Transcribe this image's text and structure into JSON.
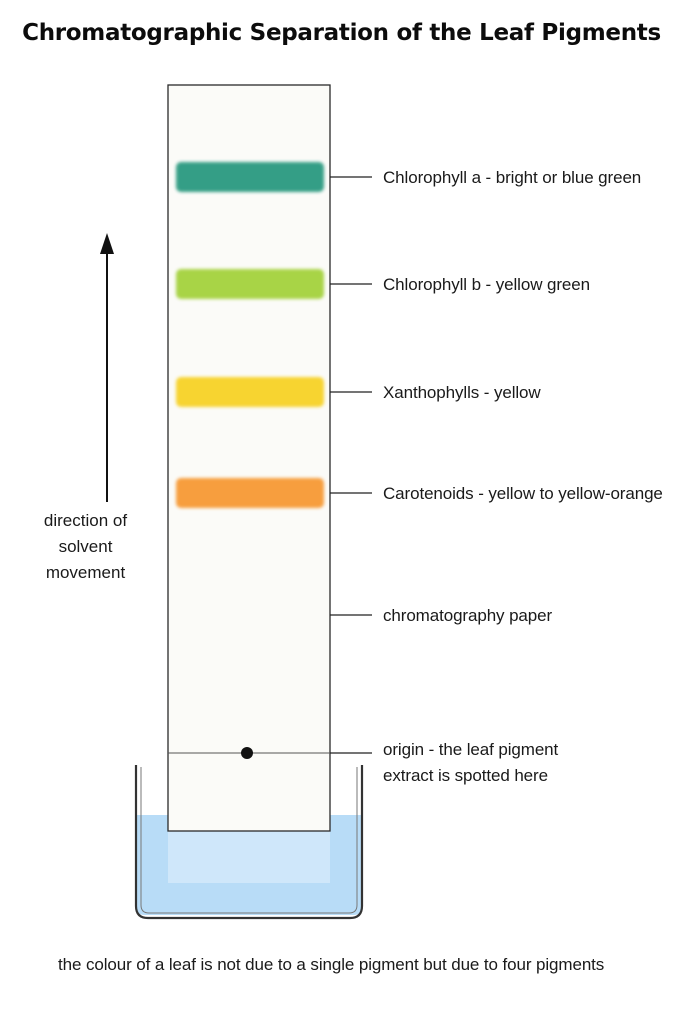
{
  "title": "Chromatographic Separation of the Leaf Pigments",
  "pigments": [
    {
      "label": "Chlorophyll a - bright or blue green",
      "color": "#2a9a80"
    },
    {
      "label": "Chlorophyll b - yellow green",
      "color": "#a4d23c"
    },
    {
      "label": "Xanthophylls - yellow",
      "color": "#f7d226"
    },
    {
      "label": "Carotenoids - yellow to yellow-orange",
      "color": "#f79a34"
    }
  ],
  "paper_label": "chromatography paper",
  "origin_label": [
    "origin - the leaf pigment",
    "extract is spotted here"
  ],
  "direction_label": [
    "direction of",
    "solvent",
    "movement"
  ],
  "solvent_color": "#b8dcf7",
  "footnote": "the colour of a leaf is not due to a single pigment but due to four pigments"
}
